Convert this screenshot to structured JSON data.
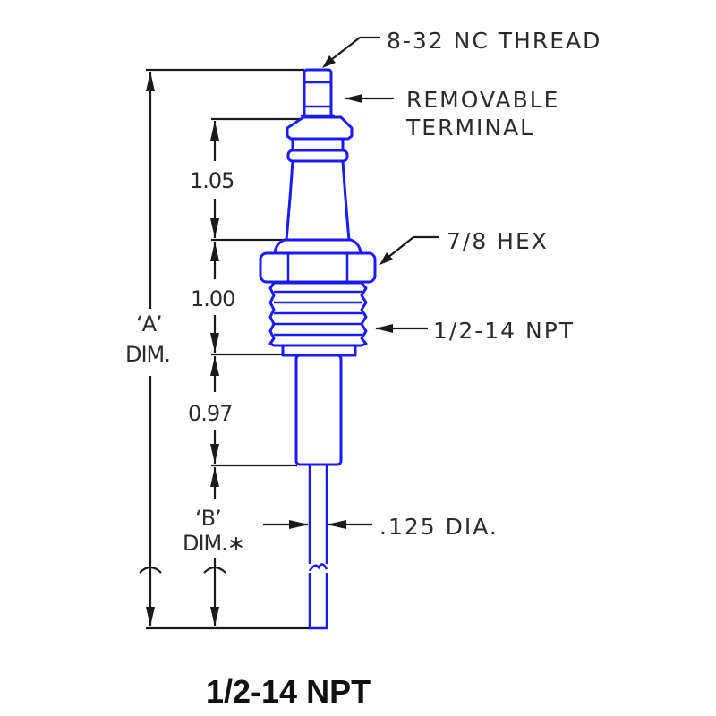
{
  "drawing": {
    "title": "1/2-14 NPT",
    "part_color": "#1a1aff",
    "dimension_color": "#1a1a1a",
    "callouts": {
      "thread": "8-32 NC THREAD",
      "terminal_line1": "REMOVABLE",
      "terminal_line2": "TERMINAL",
      "hex": "7/8 HEX",
      "npt": "1/2-14 NPT",
      "dia": ".125 DIA."
    },
    "dimensions": {
      "terminal_to_hex": "1.05",
      "hex_to_thread_end": "1.00",
      "tube_length": "0.97",
      "a_dim_line1": "‘A’",
      "a_dim_line2": "DIM.",
      "b_dim_line1": "‘B’",
      "b_dim_line2": "DIM.∗"
    }
  }
}
